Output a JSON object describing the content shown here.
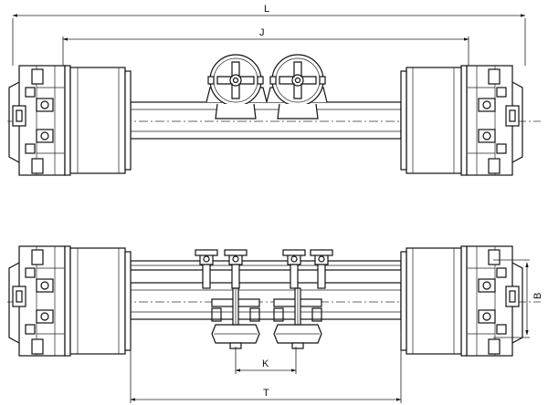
{
  "dimensions": {
    "L": "L",
    "J": "J",
    "B": "B",
    "K": "K",
    "T": "T"
  }
}
